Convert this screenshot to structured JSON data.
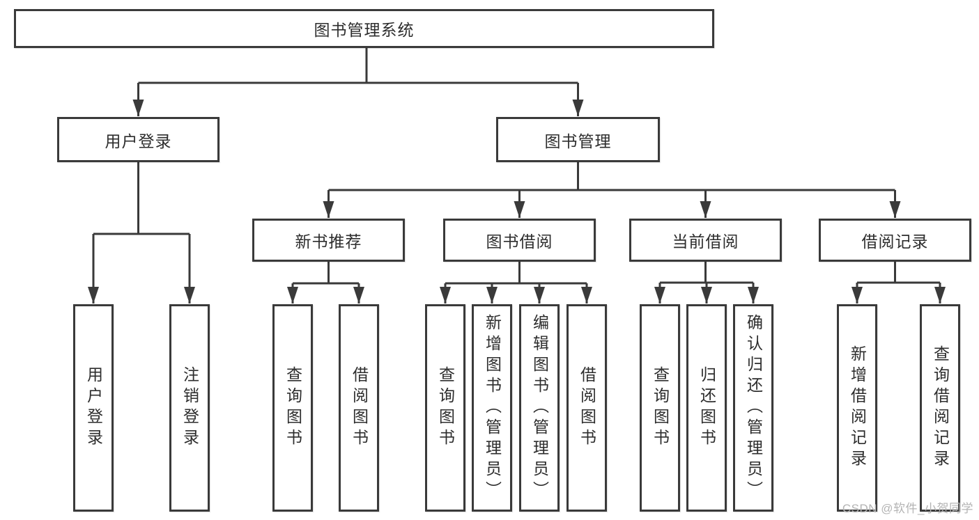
{
  "diagram_type": "hierarchy-tree",
  "colors": {
    "background": "#ffffff",
    "line": "#3a3a3a",
    "box_border": "#3a3a3a",
    "text": "#2d2d2d",
    "watermark": "#b4b4b4"
  },
  "tree": {
    "label": "图书管理系统",
    "children": [
      {
        "label": "用户登录",
        "children": [
          {
            "label": "用户登录"
          },
          {
            "label": "注销登录"
          }
        ]
      },
      {
        "label": "图书管理",
        "children": [
          {
            "label": "新书推荐",
            "children": [
              {
                "label": "查询图书"
              },
              {
                "label": "借阅图书"
              }
            ]
          },
          {
            "label": "图书借阅",
            "children": [
              {
                "label": "查询图书"
              },
              {
                "label": "新增图书（管理员）"
              },
              {
                "label": "编辑图书（管理员）"
              },
              {
                "label": "借阅图书"
              }
            ]
          },
          {
            "label": "当前借阅",
            "children": [
              {
                "label": "查询图书"
              },
              {
                "label": "归还图书"
              },
              {
                "label": "确认归还（管理员）"
              }
            ]
          },
          {
            "label": "借阅记录",
            "children": [
              {
                "label": "新增借阅记录"
              },
              {
                "label": "查询借阅记录"
              }
            ]
          }
        ]
      }
    ]
  },
  "watermark": {
    "text": "CSDN @软件_小贺同学"
  }
}
